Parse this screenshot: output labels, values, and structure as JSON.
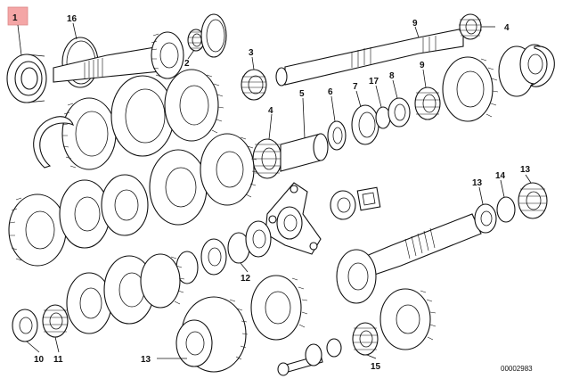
{
  "diagram": {
    "drawing_code": "00002983",
    "highlight_color": "#f4a6a6",
    "callouts": [
      {
        "id": "c1",
        "text": "1",
        "highlighted": true
      },
      {
        "id": "c16",
        "text": "16"
      },
      {
        "id": "c2",
        "text": "2"
      },
      {
        "id": "c9a",
        "text": "9"
      },
      {
        "id": "c4a",
        "text": "4"
      },
      {
        "id": "c3",
        "text": "3"
      },
      {
        "id": "c4b",
        "text": "4"
      },
      {
        "id": "c5",
        "text": "5"
      },
      {
        "id": "c6",
        "text": "6"
      },
      {
        "id": "c7",
        "text": "7"
      },
      {
        "id": "c17",
        "text": "17"
      },
      {
        "id": "c8",
        "text": "8"
      },
      {
        "id": "c9b",
        "text": "9"
      },
      {
        "id": "c13a",
        "text": "13"
      },
      {
        "id": "c14",
        "text": "14"
      },
      {
        "id": "c13b",
        "text": "13"
      },
      {
        "id": "c12",
        "text": "12"
      },
      {
        "id": "c10",
        "text": "10"
      },
      {
        "id": "c11",
        "text": "11"
      },
      {
        "id": "c13c",
        "text": "13"
      },
      {
        "id": "c15",
        "text": "15"
      }
    ]
  }
}
